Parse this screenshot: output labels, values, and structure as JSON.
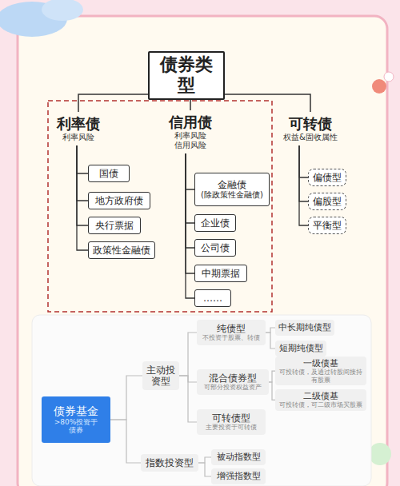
{
  "diagram": {
    "nodes": [
      {
        "text": [
          "债券类型"
        ]
      },
      {
        "text": [
          "利率债",
          "利率风险"
        ]
      },
      {
        "text": [
          "国债"
        ]
      },
      {
        "text": [
          "地方政府债"
        ]
      },
      {
        "text": [
          "央行票据"
        ]
      },
      {
        "text": [
          "政策性金融债"
        ]
      },
      {
        "text": [
          "信用债",
          "利率风险 信用风险"
        ]
      },
      {
        "text": [
          "金融债",
          "(除政策性金融债)"
        ]
      },
      {
        "text": [
          "企业债"
        ]
      },
      {
        "text": [
          "公司债"
        ]
      },
      {
        "text": [
          "中期票据"
        ]
      },
      {
        "text": [
          "……"
        ]
      },
      {
        "text": [
          "可转债",
          "权益&固收属性"
        ]
      },
      {
        "text": [
          "偏债型"
        ]
      },
      {
        "text": [
          "偏股型"
        ]
      },
      {
        "text": [
          "平衡型"
        ]
      },
      {
        "text": [
          "债券基金",
          ">80%投资于债券"
        ]
      },
      {
        "text": [
          "主动投资型"
        ]
      },
      {
        "text": [
          "纯债型",
          "不投资于股票、转债"
        ]
      },
      {
        "text": [
          "中长期纯债型"
        ]
      },
      {
        "text": [
          "短期纯债型"
        ]
      },
      {
        "text": [
          "混合债券型",
          "可部分投资权益资产"
        ]
      },
      {
        "text": [
          "一级债基",
          "可投转债，及通过转股间接持有股票"
        ]
      },
      {
        "text": [
          "二级债基",
          "可投转债，可二级市场买股票"
        ]
      },
      {
        "text": [
          "可转债型",
          "主要投资于可转债"
        ]
      },
      {
        "text": [
          "指数投资型"
        ]
      },
      {
        "text": [
          "被动指数型"
        ]
      },
      {
        "text": [
          "增强指数型"
        ]
      }
    ],
    "edges": [
      {
        "from": 0,
        "to": 1,
        "arrow": "none"
      },
      {
        "from": 0,
        "to": 6,
        "arrow": "none"
      },
      {
        "from": 0,
        "to": 12,
        "arrow": "none"
      },
      {
        "from": 1,
        "to": 2,
        "arrow": "none"
      },
      {
        "from": 1,
        "to": 3,
        "arrow": "none"
      },
      {
        "from": 1,
        "to": 4,
        "arrow": "none"
      },
      {
        "from": 1,
        "to": 5,
        "arrow": "none"
      },
      {
        "from": 6,
        "to": 7,
        "arrow": "none"
      },
      {
        "from": 6,
        "to": 8,
        "arrow": "none"
      },
      {
        "from": 6,
        "to": 9,
        "arrow": "none"
      },
      {
        "from": 6,
        "to": 10,
        "arrow": "none"
      },
      {
        "from": 6,
        "to": 11,
        "arrow": "none"
      },
      {
        "from": 12,
        "to": 13,
        "arrow": "none"
      },
      {
        "from": 12,
        "to": 14,
        "arrow": "none"
      },
      {
        "from": 12,
        "to": 15,
        "arrow": "none"
      },
      {
        "from": 16,
        "to": 17,
        "arrow": "none"
      },
      {
        "from": 16,
        "to": 25,
        "arrow": "none"
      },
      {
        "from": 17,
        "to": 18,
        "arrow": "none"
      },
      {
        "from": 17,
        "to": 21,
        "arrow": "none"
      },
      {
        "from": 17,
        "to": 24,
        "arrow": "none"
      },
      {
        "from": 18,
        "to": 19,
        "arrow": "none"
      },
      {
        "from": 18,
        "to": 20,
        "arrow": "none"
      },
      {
        "from": 21,
        "to": 22,
        "arrow": "none"
      },
      {
        "from": 21,
        "to": 23,
        "arrow": "none"
      },
      {
        "from": 25,
        "to": 26,
        "arrow": "none"
      },
      {
        "from": 25,
        "to": 27,
        "arrow": "none"
      }
    ]
  }
}
